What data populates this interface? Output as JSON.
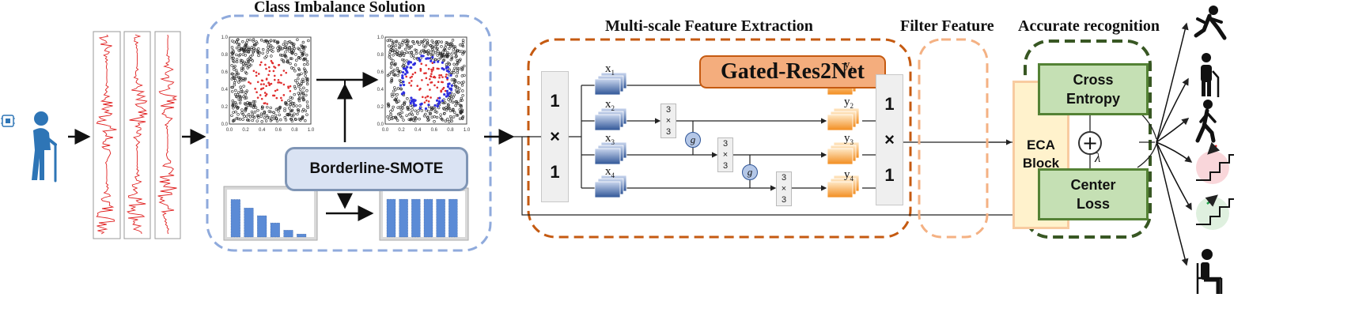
{
  "sections": {
    "class_imbalance": "Class Imbalance Solution",
    "multiscale": "Multi-scale Feature Extraction",
    "filter": "Filter Feature",
    "recognition": "Accurate recognition"
  },
  "blocks": {
    "gated_res2net": "Gated-Res2Net",
    "borderline_smote": "Borderline-SMOTE",
    "eca_line1": "ECA",
    "eca_line2": "Block",
    "cross_entropy_line1": "Cross",
    "cross_entropy_line2": "Entropy",
    "center_loss_line1": "Center",
    "center_loss_line2": "Loss",
    "conv1x1": {
      "top": "1",
      "mid": "×",
      "bottom": "1"
    },
    "conv3x3": {
      "top": "3",
      "mid": "×",
      "bottom": "3"
    },
    "gate": "g",
    "plus": "+",
    "lambda": "λ"
  },
  "inputs": [
    "x",
    "x",
    "x",
    "x"
  ],
  "input_subs": [
    "1",
    "2",
    "3",
    "4"
  ],
  "outputs": [
    "y",
    "y",
    "y",
    "y"
  ],
  "output_subs": [
    "1",
    "2",
    "3",
    "4"
  ],
  "scatter_ticks": [
    "0.0",
    "0.2",
    "0.4",
    "0.6",
    "0.8",
    "1.0"
  ],
  "bars_before": [
    0.88,
    0.68,
    0.5,
    0.33,
    0.16,
    0.07
  ],
  "bars_after": [
    0.92,
    0.92,
    0.92,
    0.92,
    0.92,
    0.92
  ],
  "activities": [
    "running-icon",
    "standing-with-cane-icon",
    "walking-icon",
    "stairs-down-icon",
    "stairs-up-icon",
    "sitting-icon"
  ],
  "colors": {
    "blue_dash": "#8faadc",
    "orange_dash": "#c55a11",
    "peach_dash": "#f4b183",
    "green_dash": "#385723",
    "elder_blue": "#2e75b6",
    "signal_red": "#e02020",
    "scatter_red": "#e03030",
    "scatter_blue": "#3030e0",
    "feature_blue": "#2f5597",
    "feature_orange": "#f28c1e"
  }
}
